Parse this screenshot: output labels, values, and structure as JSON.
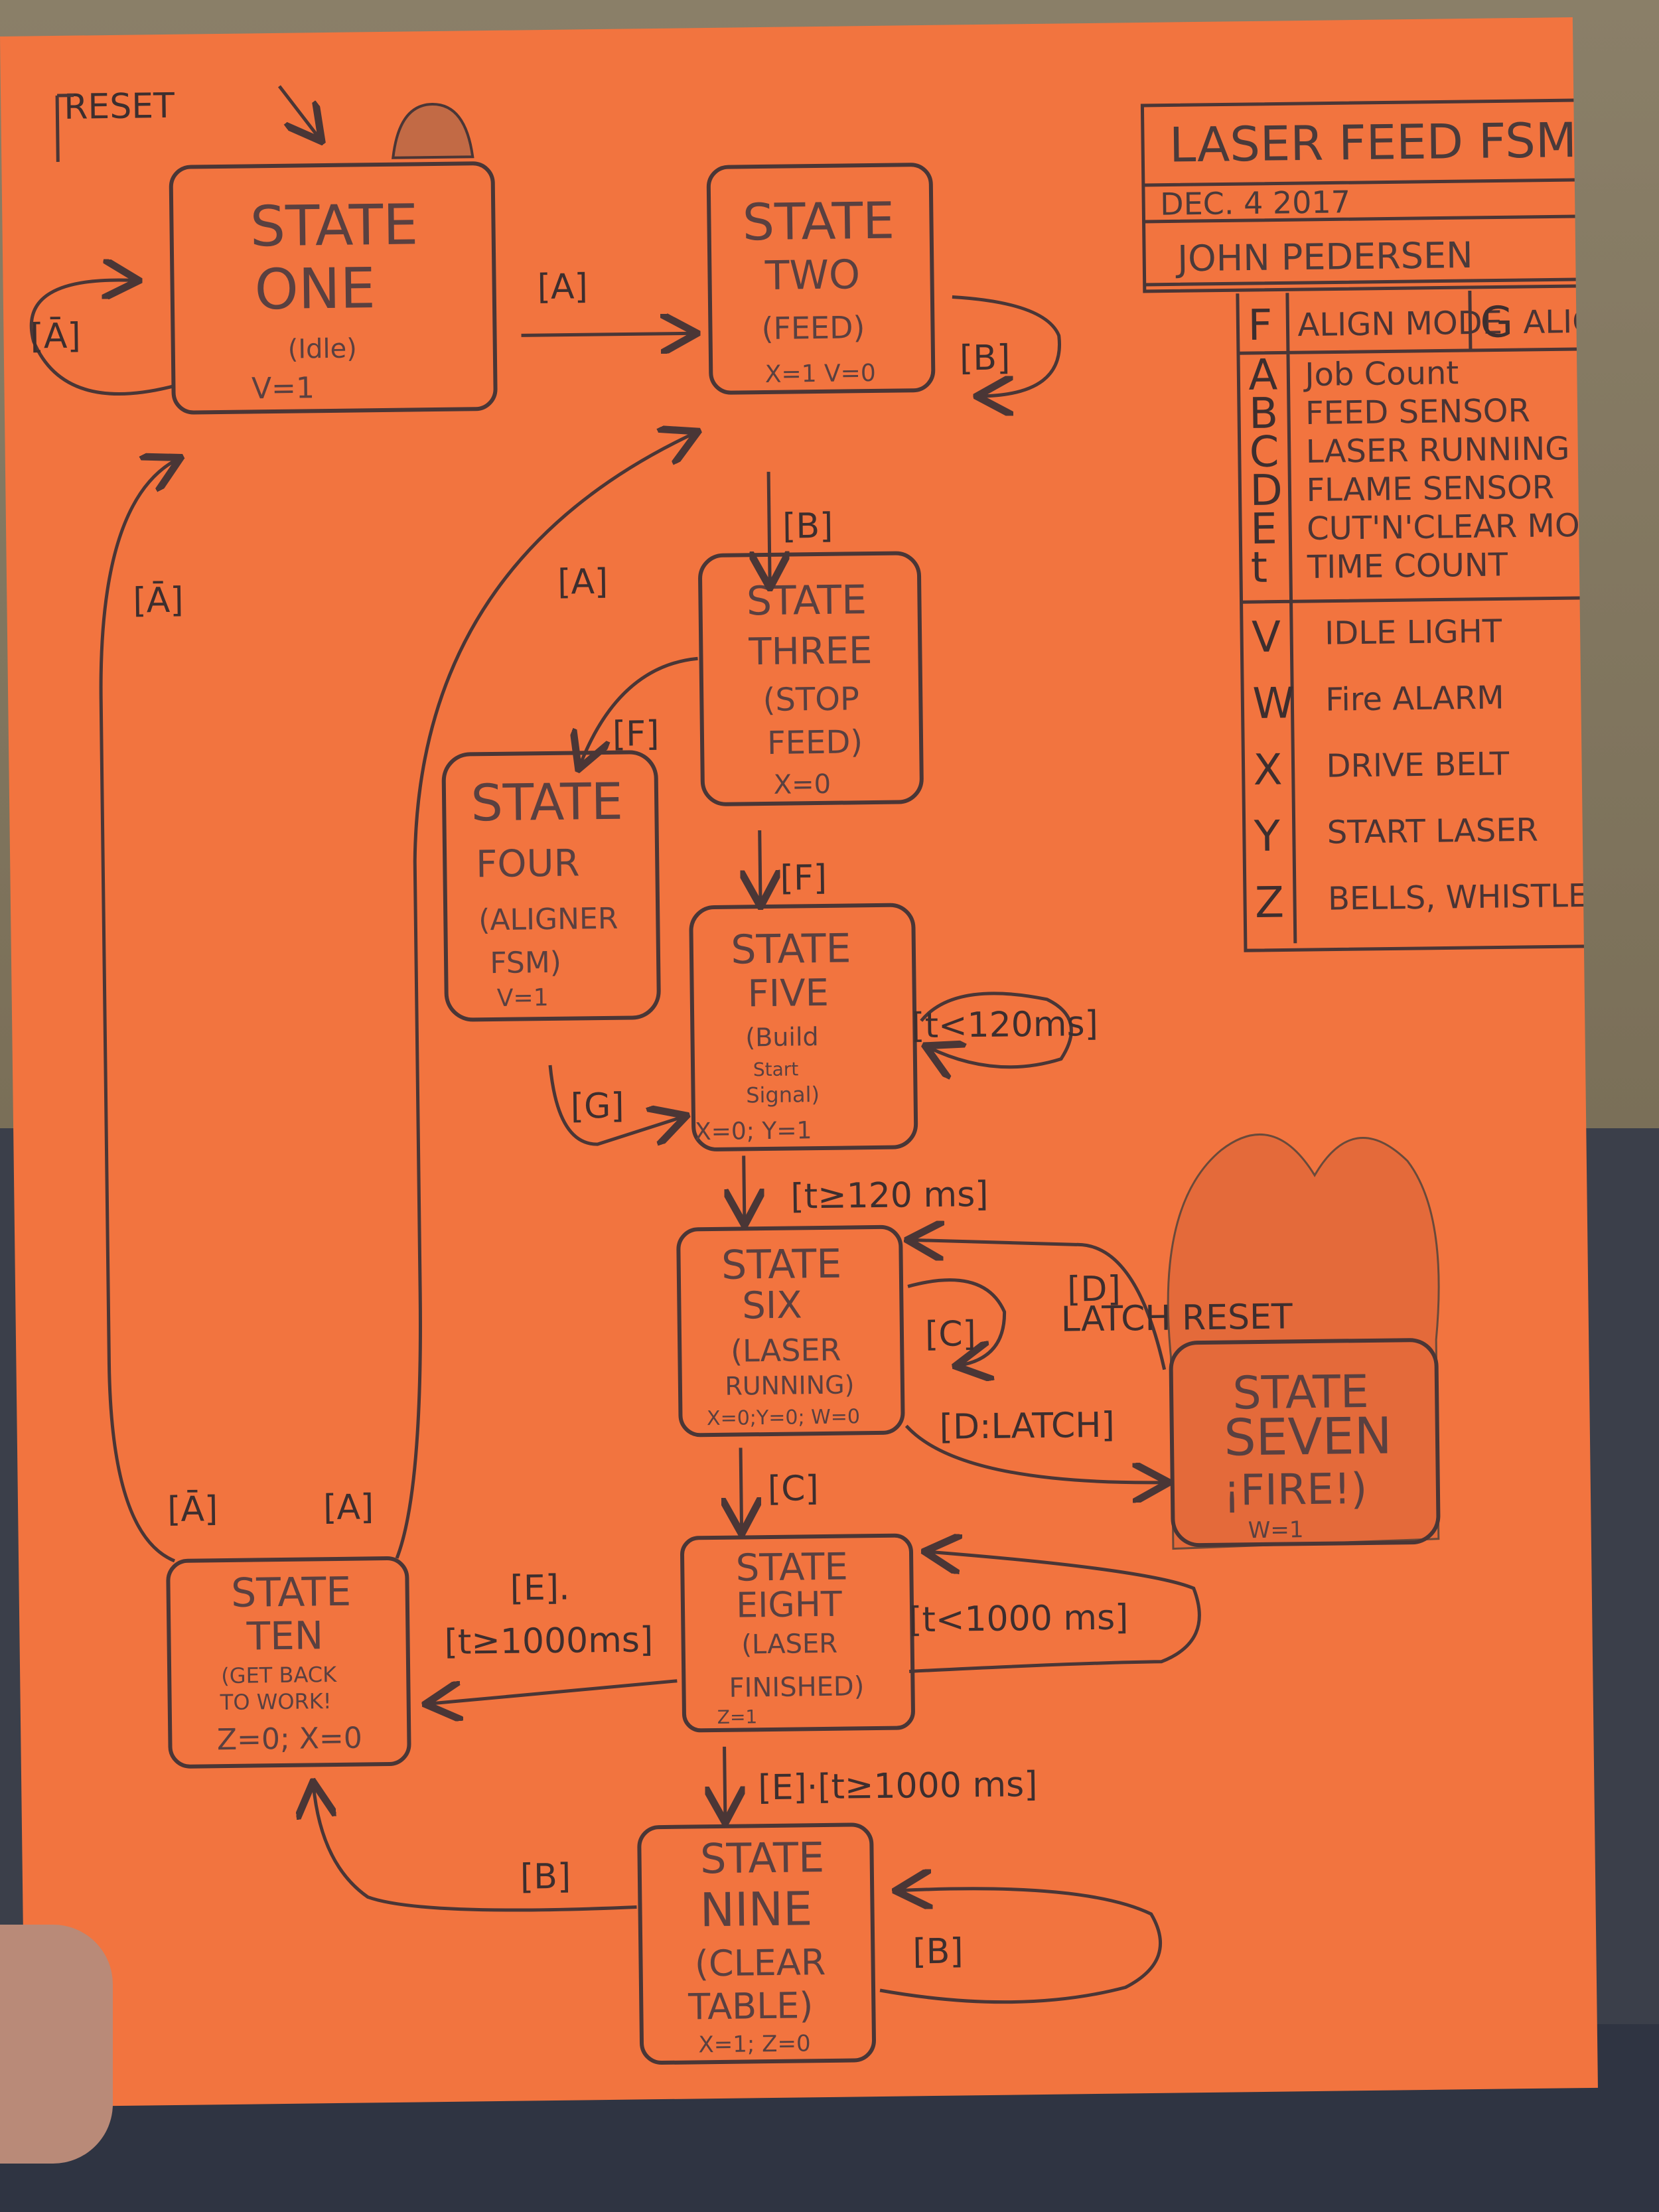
{
  "title": "LASER FEED FSM",
  "date": "DEC. 4 2017",
  "author": "JOHN PEDERSEN",
  "reset_label": "RESET",
  "mode_inputs": [
    {
      "key": "F",
      "text": "ALIGN MODE"
    },
    {
      "key": "G",
      "text": "ALIGN DONE"
    }
  ],
  "inputs": [
    {
      "key": "A",
      "text": "Job Count"
    },
    {
      "key": "B",
      "text": "FEED SENSOR"
    },
    {
      "key": "C",
      "text": "LASER RUNNING"
    },
    {
      "key": "D",
      "text": "FLAME SENSOR"
    },
    {
      "key": "E",
      "text": "CUT'N'CLEAR MODE"
    },
    {
      "key": "t",
      "text": "TIME COUNT"
    }
  ],
  "outputs": [
    {
      "key": "V",
      "text": "IDLE LIGHT"
    },
    {
      "key": "W",
      "text": "Fire ALARM"
    },
    {
      "key": "X",
      "text": "DRIVE BELT"
    },
    {
      "key": "Y",
      "text": "START LASER"
    },
    {
      "key": "Z",
      "text": "BELLS, WHISTLES, BLINKY LEDs, ALIGNMENT MECH"
    }
  ],
  "states": {
    "one": {
      "l1": "STATE",
      "l2": "ONE",
      "l3": "(Idle)",
      "out": "V=1"
    },
    "two": {
      "l1": "STATE",
      "l2": "TWO",
      "l3": "(FEED)",
      "out": "X=1  V=0"
    },
    "three": {
      "l1": "STATE",
      "l2": "THREE",
      "l3": "(STOP",
      "l4": "FEED)",
      "out": "X=0"
    },
    "four": {
      "l1": "STATE",
      "l2": "FOUR",
      "l3": "(ALIGNER",
      "l4": "FSM)",
      "out": "V=1"
    },
    "five": {
      "l1": "STATE",
      "l2": "FIVE",
      "l3": "(Build",
      "l4": "Start",
      "l5": "Signal)",
      "out": "X=0; Y=1"
    },
    "six": {
      "l1": "STATE",
      "l2": "SIX",
      "l3": "(LASER",
      "l4": "RUNNING)",
      "out": "X=0;Y=0; W=0"
    },
    "seven": {
      "l1": "STATE",
      "l2": "SEVEN",
      "l3": "¡FIRE!)",
      "out": "W=1"
    },
    "eight": {
      "l1": "STATE",
      "l2": "EIGHT",
      "l3": "(LASER",
      "l4": "FINISHED)",
      "out": "Z=1"
    },
    "nine": {
      "l1": "STATE",
      "l2": "NINE",
      "l3": "(CLEAR",
      "l4": "TABLE)",
      "out": "X=1; Z=0"
    },
    "ten": {
      "l1": "STATE",
      "l2": "TEN",
      "l3": "(GET BACK",
      "l4": "TO WORK!",
      "out": "Z=0; X=0"
    }
  },
  "transitions": {
    "one_self": "[Ā]",
    "one_two": "[A]",
    "two_self": "[B]",
    "two_three": "[B]",
    "three_four": "[F]",
    "three_five": "[F]",
    "four_five": "[G]",
    "five_self": "[t<120ms]",
    "five_six": "[t≥120 ms]",
    "six_self": "[C]",
    "six_seven": "[D:LATCH]",
    "seven_six": "[D]",
    "seven_six_note": "LATCH RESET",
    "six_eight": "[C]",
    "eight_self": "[t<1000 ms]",
    "eight_ten_a": "[E].",
    "eight_ten_b": "[t≥1000ms]",
    "eight_nine": "[E]·[t≥1000 ms]",
    "nine_self": "[B]",
    "nine_ten": "[B]",
    "ten_one": "[Ā]",
    "ten_two": "[A]",
    "ten_two_upper": "[A]",
    "ten_one_upper": "[Ā]"
  }
}
